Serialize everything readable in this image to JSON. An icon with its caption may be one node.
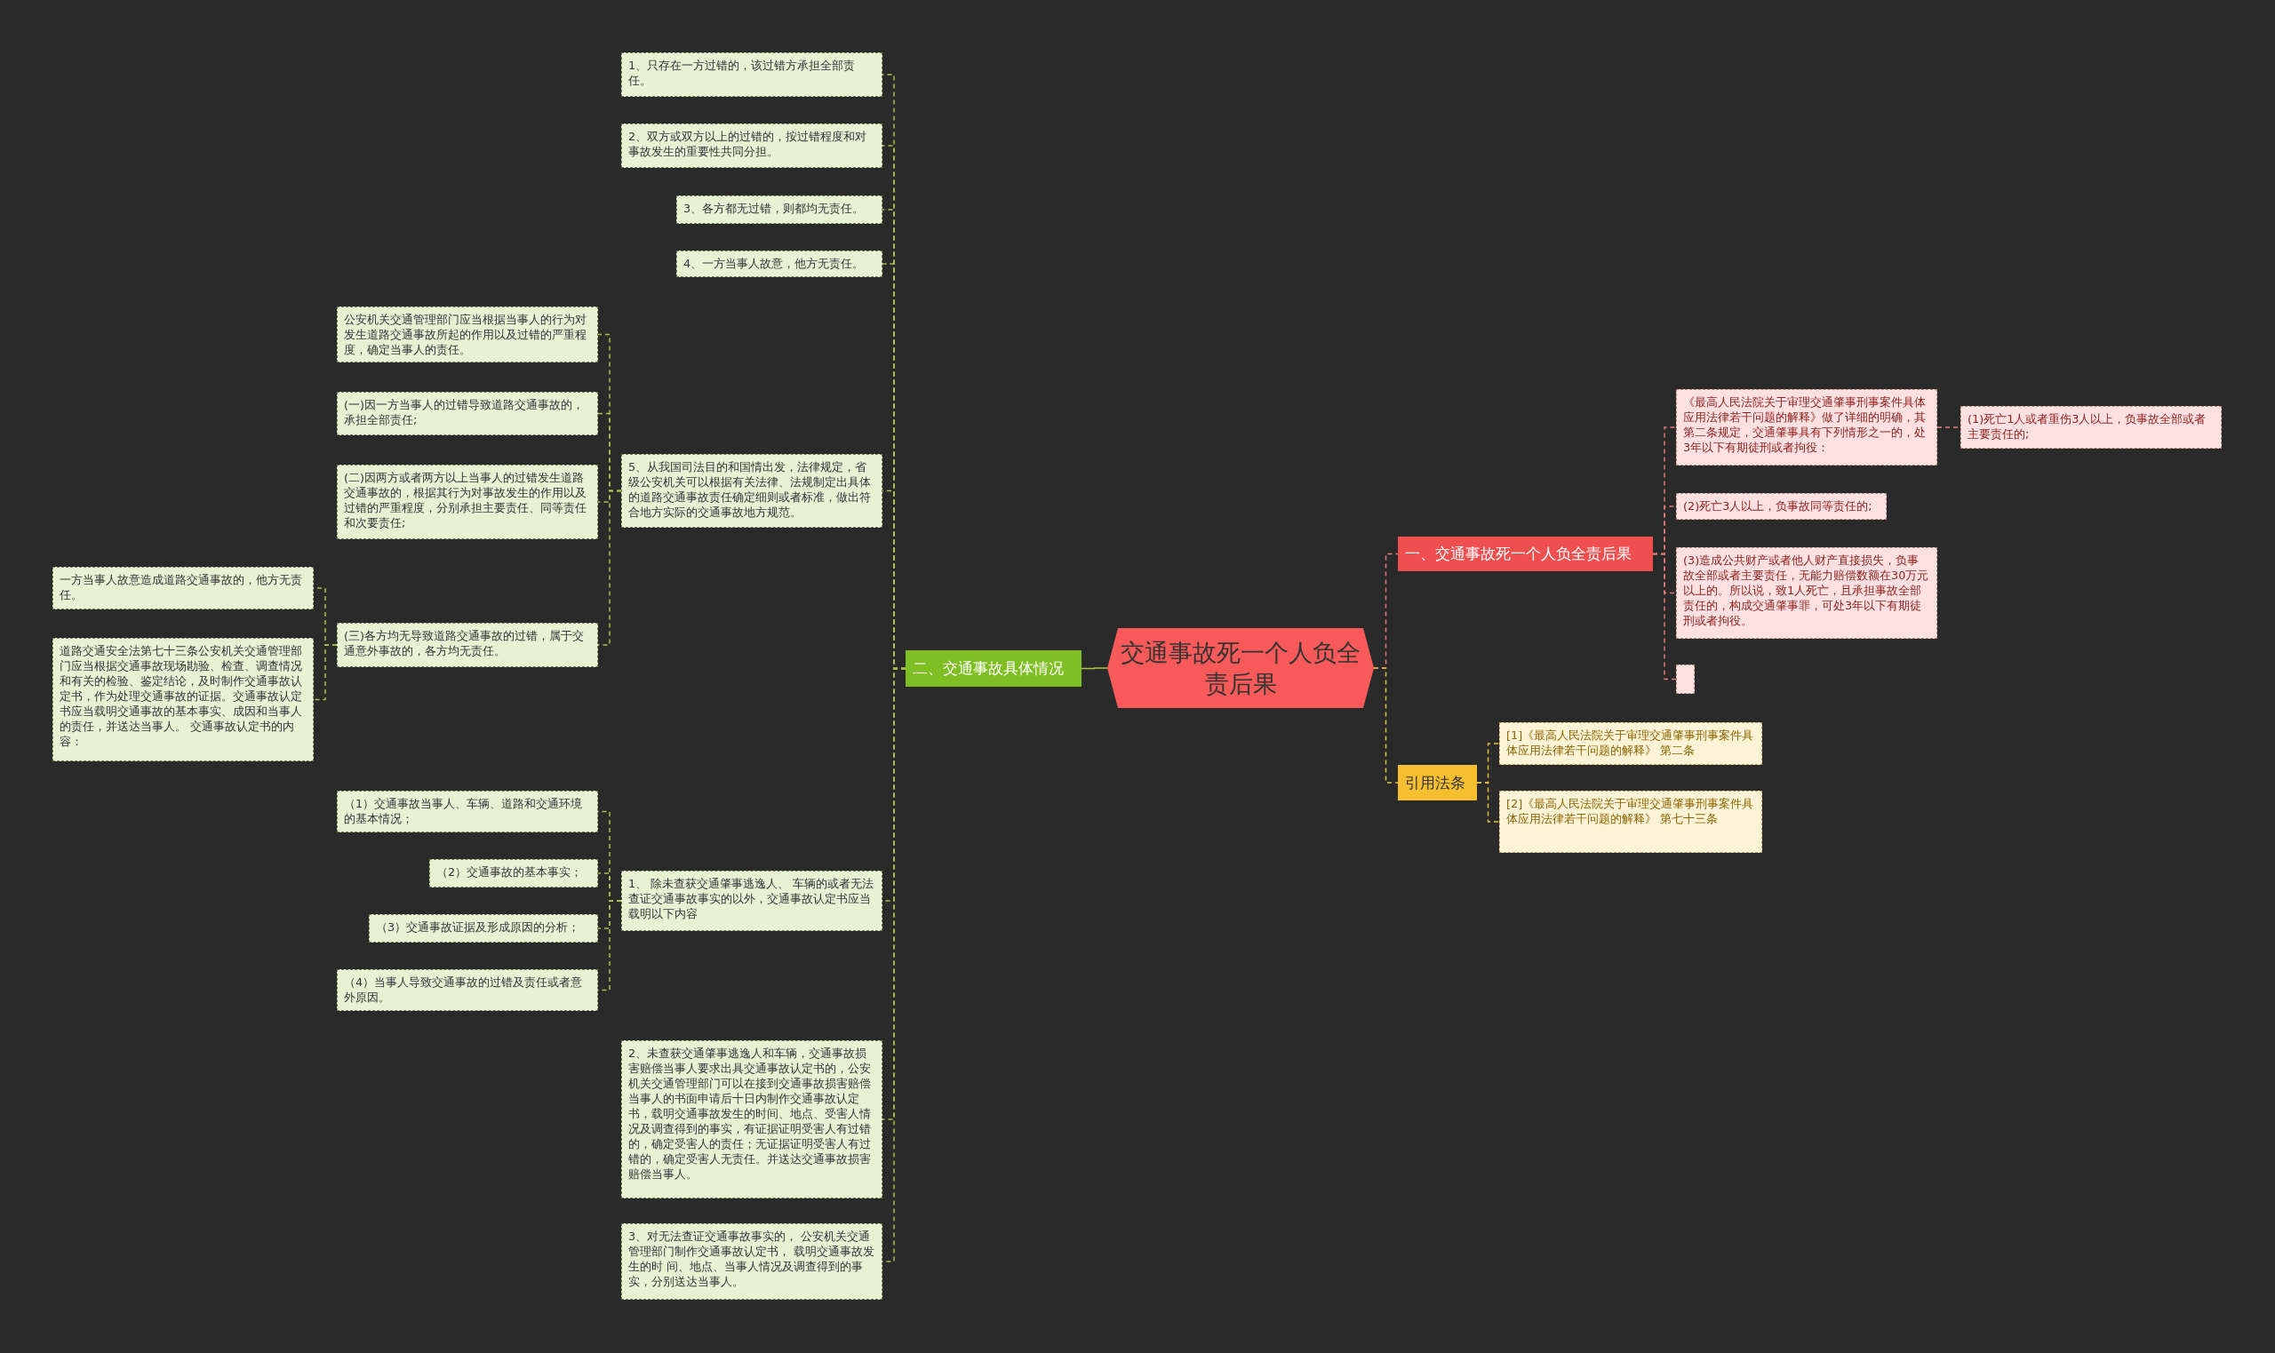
{
  "diagram": {
    "nodes": [
      {
        "text": [
          "交通事故死一个人负全责后果"
        ]
      },
      {
        "text": [
          "一、交通事故死一个人负全责后果"
        ]
      },
      {
        "text": [
          "《最高人民法院关于审理交通肇事刑事案件具体应用法律若干问题的解释》做了详细的明确，其第二条规定，交通肇事具有下列情形之一的，处3年以下有期徒刑或者拘役："
        ]
      },
      {
        "text": [
          "(1)死亡1人或者重伤3人以上，负事故全部或者主要责任的;"
        ]
      },
      {
        "text": [
          "(2)死亡3人以上，负事故同等责任的;"
        ]
      },
      {
        "text": [
          "(3)造成公共财产或者他人财产直接损失，负事故全部或者主要责任，无能力赔偿数额在30万元以上的。所以说，致1人死亡，且承担事故全部责任的，构成交通肇事罪，可处3年以下有期徒刑或者拘役。"
        ]
      },
      {
        "text": [],
        "shape": "box"
      },
      {
        "text": [
          "引用法条"
        ]
      },
      {
        "text": [
          "[1]《最高人民法院关于审理交通肇事刑事案件具体应用法律若干问题的解释》 第二条"
        ]
      },
      {
        "text": [
          "[2]《最高人民法院关于审理交通肇事刑事案件具体应用法律若干问题的解释》 第七十三条"
        ]
      },
      {
        "text": [
          "二、交通事故具体情况"
        ]
      },
      {
        "text": [
          "1、只存在一方过错的，该过错方承担全部责任。"
        ]
      },
      {
        "text": [
          "2、双方或双方以上的过错的，按过错程度和对事故发生的重要性共同分担。"
        ]
      },
      {
        "text": [
          "3、各方都无过错，则都均无责任。"
        ]
      },
      {
        "text": [
          "4、一方当事人故意，他方无责任。"
        ]
      },
      {
        "text": [
          "5、从我国司法目的和国情出发，法律规定，省级公安机关可以根据有关法律、法规制定出具体的道路交通事故责任确定细则或者标准，做出符合地方实际的交通事故地方规范。"
        ]
      },
      {
        "text": [
          "公安机关交通管理部门应当根据当事人的行为对发生道路交通事故所起的作用以及过错的严重程度，确定当事人的责任。"
        ]
      },
      {
        "text": [
          "(一)因一方当事人的过错导致道路交通事故的，承担全部责任;"
        ]
      },
      {
        "text": [
          "(二)因两方或者两方以上当事人的过错发生道路交通事故的，根据其行为对事故发生的作用以及过错的严重程度，分别承担主要责任、同等责任和次要责任;"
        ]
      },
      {
        "text": [
          "(三)各方均无导致道路交通事故的过错，属于交通意外事故的，各方均无责任。"
        ]
      },
      {
        "text": [
          "一方当事人故意造成道路交通事故的，他方无责任。"
        ]
      },
      {
        "text": [
          "道路交通安全法第七十三条公安机关交通管理部门应当根据交通事故现场勘验、检查、调查情况和有关的检验、鉴定结论，及时制作交通事故认定书，作为处理交通事故的证据。交通事故认定书应当载明交通事故的基本事实、成因和当事人的责任，并送达当事人。 交通事故认定书的内容："
        ]
      },
      {
        "text": [
          "1、 除未查获交通肇事逃逸人、 车辆的或者无法查证交通事故事实的以外，交通事故认定书应当载明以下内容"
        ]
      },
      {
        "text": [
          "（1）交通事故当事人、车辆、道路和交通环境的基本情况；"
        ]
      },
      {
        "text": [
          "（2）交通事故的基本事实；"
        ]
      },
      {
        "text": [
          "（3）交通事故证据及形成原因的分析；"
        ]
      },
      {
        "text": [
          "（4）当事人导致交通事故的过错及责任或者意外原因。"
        ]
      },
      {
        "text": [
          "2、未查获交通肇事逃逸人和车辆，交通事故损害赔偿当事人要求出具交通事故认定书的，公安机关交通管理部门可以在接到交通事故损害赔偿当事人的书面申请后十日内制作交通事故认定书，载明交通事故发生的时间、地点、受害人情况及调查得到的事实，有证据证明受害人有过错的，确定受害人的责任；无证据证明受害人有过错的，确定受害人无责任。并送达交通事故损害赔偿当事人。"
        ]
      },
      {
        "text": [
          "3、对无法查证交通事故事实的， 公安机关交通管理部门制作交通事故认定书， 载明交通事故发生的时 间、地点、当事人情况及调查得到的事实，分别送达当事人。"
        ]
      }
    ],
    "edges": [
      {
        "from": 0,
        "to": 1,
        "arrow": "none",
        "style": "dashed",
        "color": "#e87a7a"
      },
      {
        "from": 1,
        "to": 2,
        "arrow": "none",
        "style": "dashed",
        "color": "#e87a7a"
      },
      {
        "from": 2,
        "to": 3,
        "arrow": "none",
        "style": "dashed",
        "color": "#e87a7a"
      },
      {
        "from": 1,
        "to": 4,
        "arrow": "none",
        "style": "dashed",
        "color": "#e87a7a"
      },
      {
        "from": 1,
        "to": 5,
        "arrow": "none",
        "style": "dashed",
        "color": "#e87a7a"
      },
      {
        "from": 1,
        "to": 6,
        "arrow": "none",
        "style": "dashed",
        "color": "#e87a7a"
      },
      {
        "from": 0,
        "to": 7,
        "arrow": "none",
        "style": "dashed",
        "color": "#e8c040"
      },
      {
        "from": 7,
        "to": 8,
        "arrow": "none",
        "style": "dashed",
        "color": "#e8c040"
      },
      {
        "from": 7,
        "to": 9,
        "arrow": "none",
        "style": "dashed",
        "color": "#e8c040"
      },
      {
        "from": 0,
        "to": 10,
        "arrow": "none"
      },
      {
        "from": 10,
        "to": 11,
        "arrow": "none",
        "style": "dashed"
      },
      {
        "from": 10,
        "to": 12,
        "arrow": "none",
        "style": "dashed"
      },
      {
        "from": 10,
        "to": 13,
        "arrow": "none",
        "style": "dashed"
      },
      {
        "from": 10,
        "to": 14,
        "arrow": "none",
        "style": "dashed"
      },
      {
        "from": 10,
        "to": 15,
        "arrow": "none",
        "style": "dashed"
      },
      {
        "from": 15,
        "to": 16,
        "arrow": "none",
        "style": "dashed"
      },
      {
        "from": 15,
        "to": 17,
        "arrow": "none",
        "style": "dashed"
      },
      {
        "from": 15,
        "to": 18,
        "arrow": "none",
        "style": "dashed"
      },
      {
        "from": 15,
        "to": 19,
        "arrow": "none",
        "style": "dashed"
      },
      {
        "from": 19,
        "to": 20,
        "arrow": "none",
        "style": "dashed"
      },
      {
        "from": 19,
        "to": 21,
        "arrow": "none",
        "style": "dashed"
      },
      {
        "from": 10,
        "to": 22,
        "arrow": "none",
        "style": "dashed"
      },
      {
        "from": 22,
        "to": 23,
        "arrow": "none",
        "style": "dashed"
      },
      {
        "from": 22,
        "to": 24,
        "arrow": "none",
        "style": "dashed"
      },
      {
        "from": 22,
        "to": 25,
        "arrow": "none",
        "style": "dashed"
      },
      {
        "from": 22,
        "to": 26,
        "arrow": "none",
        "style": "dashed"
      },
      {
        "from": 10,
        "to": 27,
        "arrow": "none",
        "style": "dashed"
      },
      {
        "from": 10,
        "to": 28,
        "arrow": "none",
        "style": "dashed"
      }
    ]
  }
}
